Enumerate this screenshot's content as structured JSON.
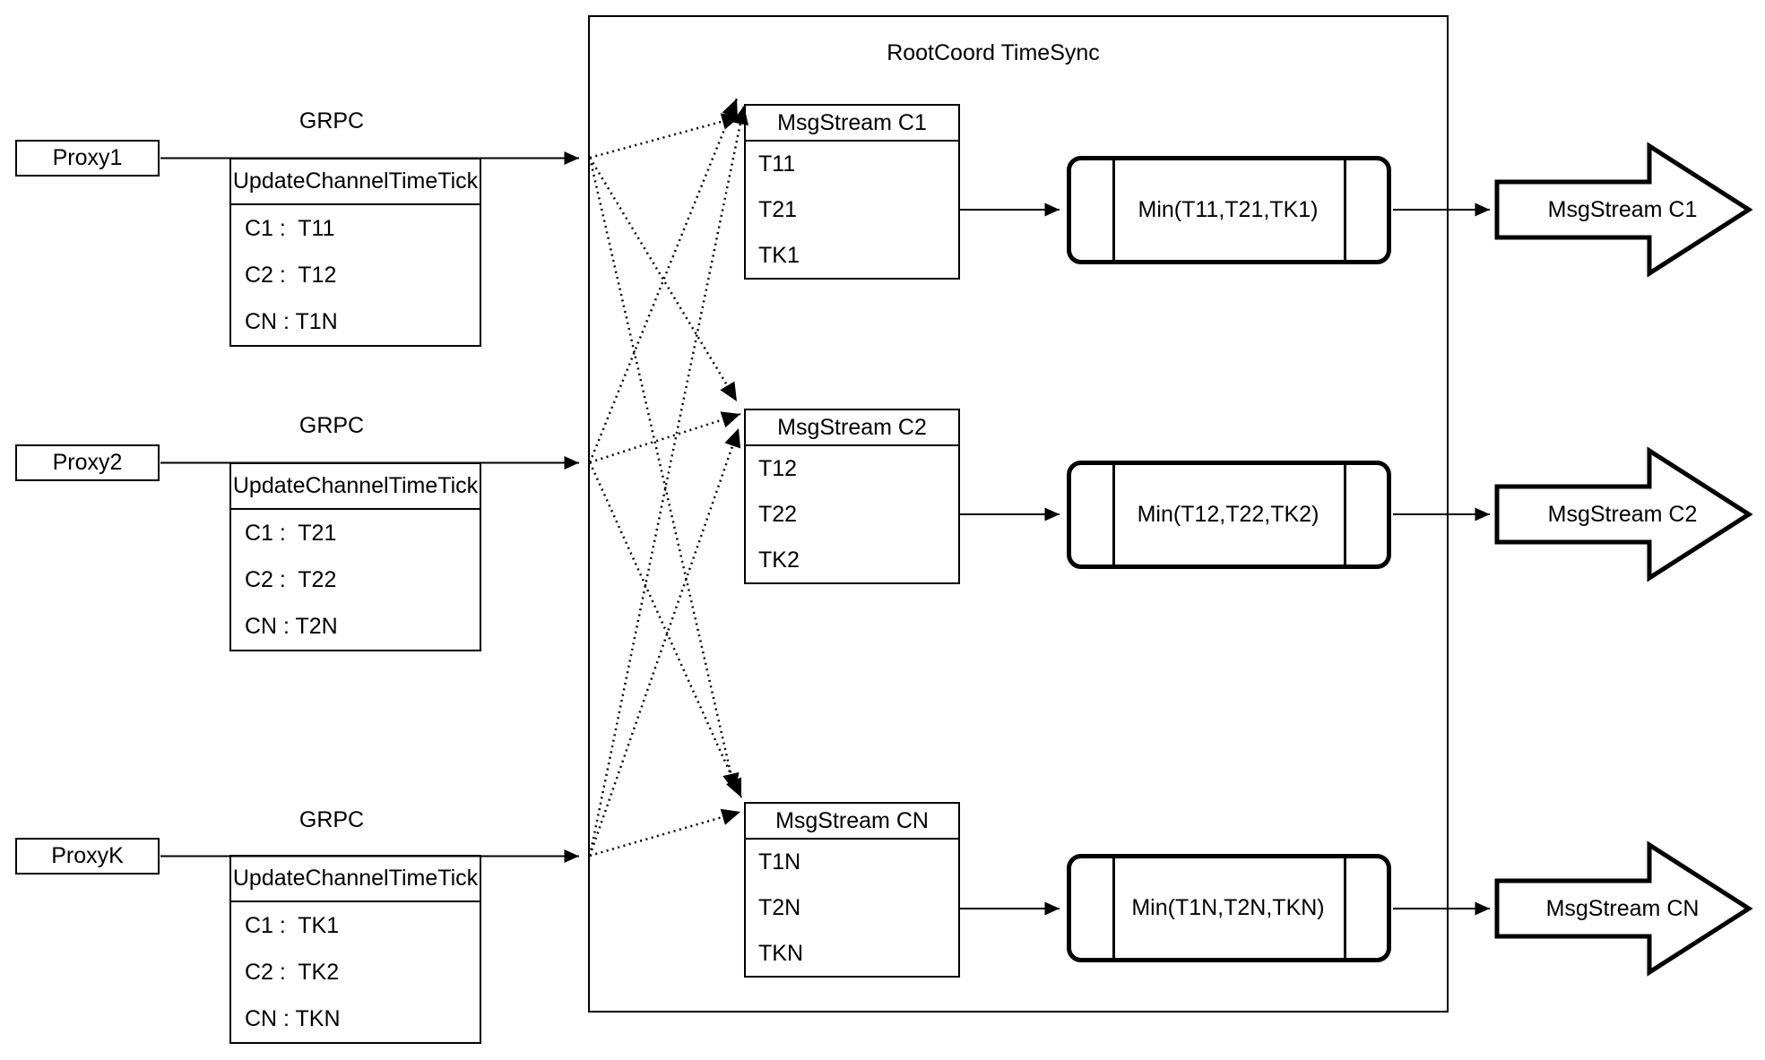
{
  "diagram": {
    "title": "RootCoord TimeSync",
    "grpc_label": "GRPC",
    "proxies": [
      {
        "name": "Proxy1",
        "table": {
          "header": "UpdateChannelTimeTick",
          "rows": [
            "C1 :  T11",
            "C2 :  T12",
            "CN : T1N"
          ]
        }
      },
      {
        "name": "Proxy2",
        "table": {
          "header": "UpdateChannelTimeTick",
          "rows": [
            "C1 :  T21",
            "C2 :  T22",
            "CN : T2N"
          ]
        }
      },
      {
        "name": "ProxyK",
        "table": {
          "header": "UpdateChannelTimeTick",
          "rows": [
            "C1 :  TK1",
            "C2 :  TK2",
            "CN : TKN"
          ]
        }
      }
    ],
    "streams": [
      {
        "header": "MsgStream C1",
        "rows": [
          "T11",
          "T21",
          "TK1"
        ],
        "min": "Min(T11,T21,TK1)",
        "out": "MsgStream C1"
      },
      {
        "header": "MsgStream C2",
        "rows": [
          "T12",
          "T22",
          "TK2"
        ],
        "min": "Min(T12,T22,TK2)",
        "out": "MsgStream C2"
      },
      {
        "header": "MsgStream CN",
        "rows": [
          "T1N",
          "T2N",
          "TKN"
        ],
        "min": "Min(T1N,T2N,TKN)",
        "out": "MsgStream CN"
      }
    ],
    "colors": {
      "stroke": "#000000",
      "background": "#ffffff"
    }
  }
}
